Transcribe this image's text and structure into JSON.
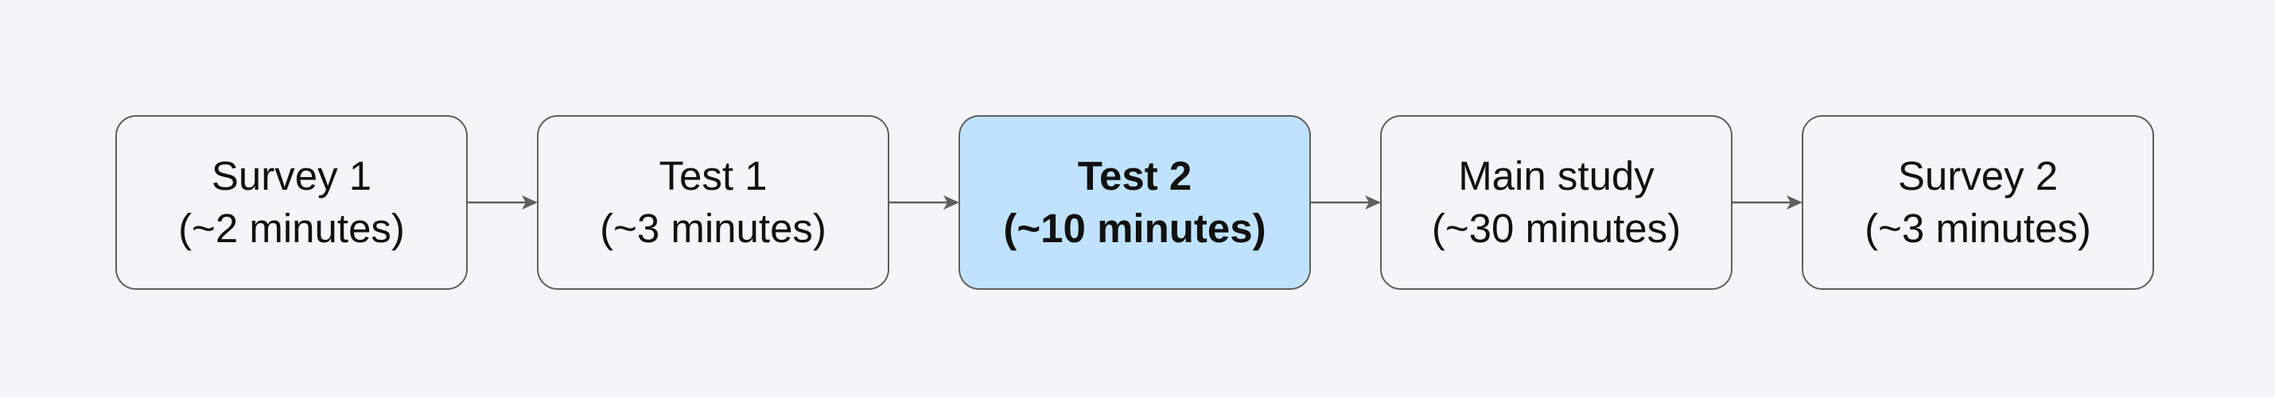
{
  "steps": [
    {
      "title": "Survey 1",
      "duration": "(~2 minutes)",
      "highlighted": false
    },
    {
      "title": "Test 1",
      "duration": "(~3 minutes)",
      "highlighted": false
    },
    {
      "title": "Test 2",
      "duration": "(~10 minutes)",
      "highlighted": true
    },
    {
      "title": "Main study",
      "duration": "(~30 minutes)",
      "highlighted": false
    },
    {
      "title": "Survey 2",
      "duration": "(~3 minutes)",
      "highlighted": false
    }
  ],
  "colors": {
    "background": "#f5f5f7",
    "box_fill": "#f5f5f7",
    "highlight_fill": "#bfe3fc",
    "border": "#5f5f5f",
    "arrow": "#5f5f5f",
    "text": "#111111"
  }
}
